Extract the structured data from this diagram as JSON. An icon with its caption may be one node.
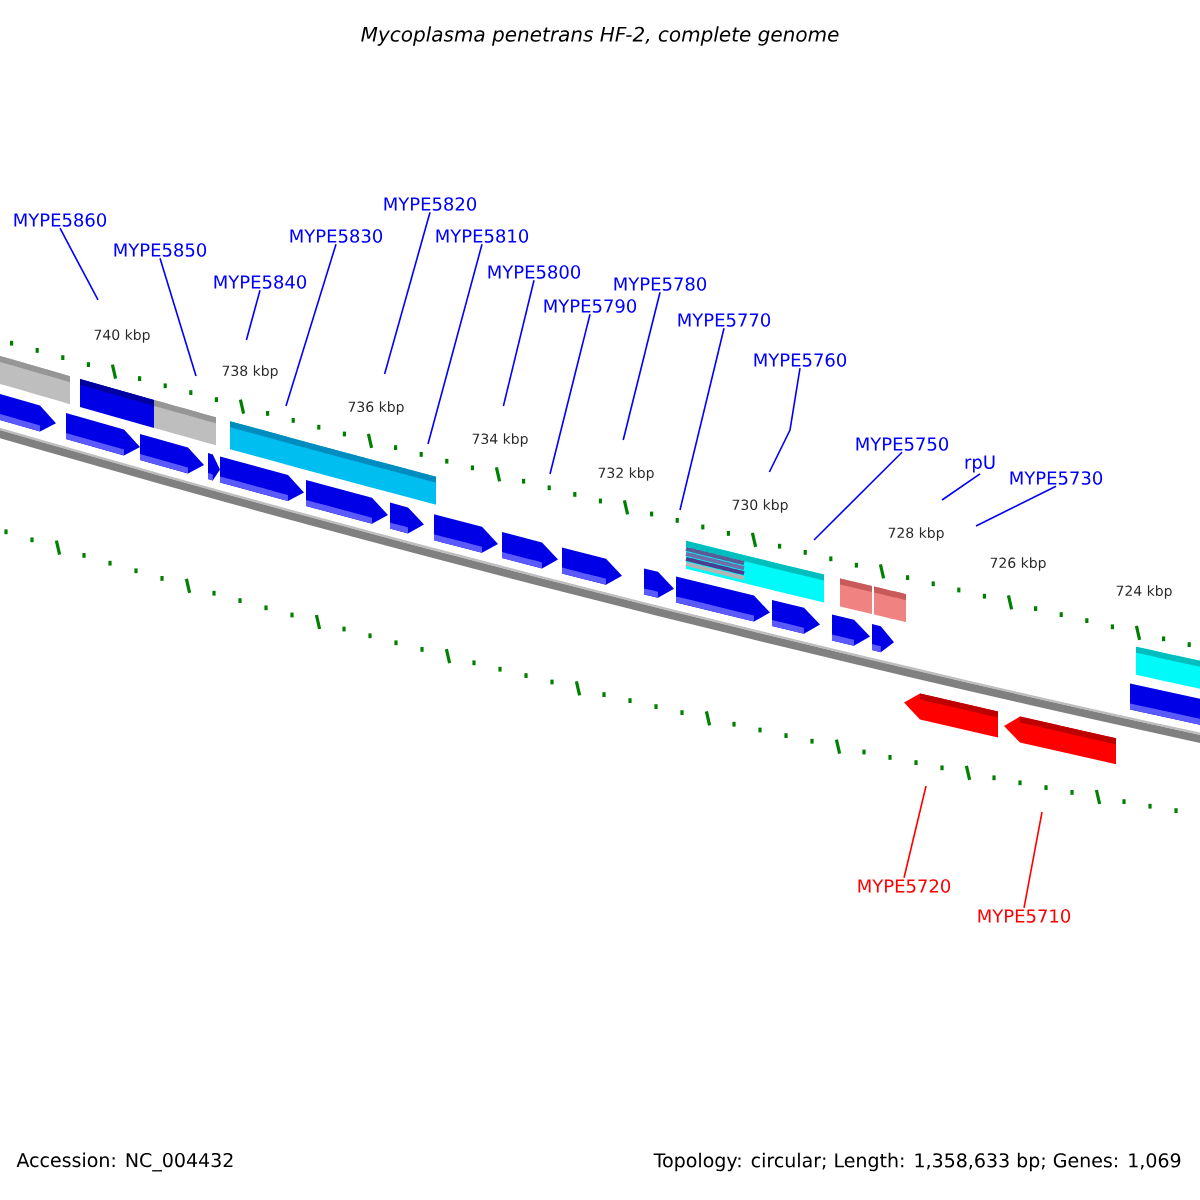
{
  "diagram": {
    "title": "Mycoplasma penetrans HF-2, complete genome",
    "nodes": [
      {
        "text": [
          "MYPE5860"
        ]
      },
      {
        "text": [
          "MYPE5850"
        ]
      },
      {
        "text": [
          "MYPE5840"
        ]
      },
      {
        "text": [
          "MYPE5830"
        ]
      },
      {
        "text": [
          "MYPE5820"
        ]
      },
      {
        "text": [
          "MYPE5810"
        ]
      },
      {
        "text": [
          "MYPE5800"
        ]
      },
      {
        "text": [
          "MYPE5790"
        ]
      },
      {
        "text": [
          "MYPE5780"
        ]
      },
      {
        "text": [
          "MYPE5770"
        ]
      },
      {
        "text": [
          "MYPE5760"
        ]
      },
      {
        "text": [
          "MYPE5750"
        ]
      },
      {
        "text": [
          "rpU"
        ]
      },
      {
        "text": [
          "MYPE5730"
        ]
      },
      {
        "text": [
          "MYPE5720"
        ]
      },
      {
        "text": [
          "MYPE5710"
        ]
      }
    ],
    "edges": [
      {
        "from": 0,
        "to": null,
        "arrow": "none"
      },
      {
        "from": 1,
        "to": null,
        "arrow": "none"
      },
      {
        "from": 2,
        "to": null,
        "arrow": "none"
      },
      {
        "from": 3,
        "to": null,
        "arrow": "none"
      },
      {
        "from": 4,
        "to": null,
        "arrow": "none"
      },
      {
        "from": 5,
        "to": null,
        "arrow": "none"
      },
      {
        "from": 6,
        "to": null,
        "arrow": "none"
      },
      {
        "from": 7,
        "to": null,
        "arrow": "none"
      },
      {
        "from": 8,
        "to": null,
        "arrow": "none"
      },
      {
        "from": 9,
        "to": null,
        "arrow": "none"
      },
      {
        "from": 10,
        "to": null,
        "arrow": "none"
      },
      {
        "from": 11,
        "to": null,
        "arrow": "none"
      },
      {
        "from": 12,
        "to": null,
        "arrow": "none"
      },
      {
        "from": 13,
        "to": null,
        "arrow": "none"
      },
      {
        "from": 14,
        "to": null,
        "arrow": "none",
        "color": "#ff0000"
      },
      {
        "from": 15,
        "to": null,
        "arrow": "none",
        "color": "#ff0000"
      }
    ],
    "labels": [
      "740 kbp",
      "738 kbp",
      "736 kbp",
      "734 kbp",
      "732 kbp",
      "730 kbp",
      "728 kbp",
      "726 kbp",
      "724 kbp",
      "Accession: NC_004432",
      "Topology: circular; Length: 1,358,633 bp; Genes: 1,069"
    ]
  }
}
